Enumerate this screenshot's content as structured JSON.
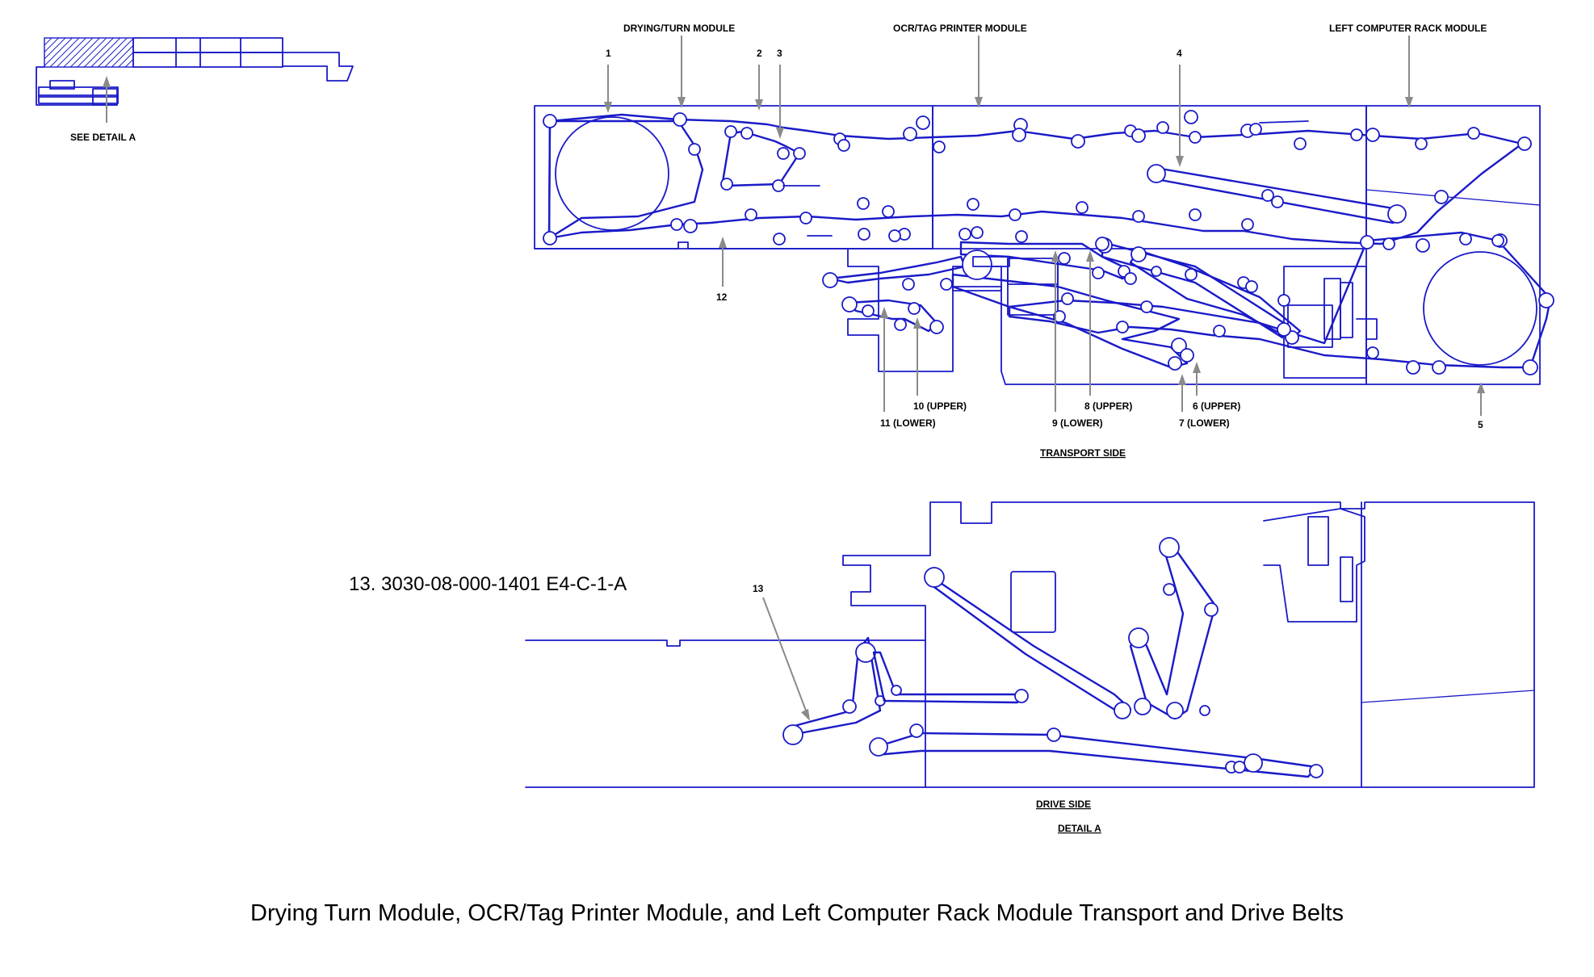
{
  "modules": {
    "drying_turn": "DRYING/TURN MODULE",
    "ocr_tag": "OCR/TAG PRINTER MODULE",
    "left_rack": "LEFT COMPUTER RACK MODULE"
  },
  "see_detail": "SEE DETAIL A",
  "callouts": {
    "c1": "1",
    "c2": "2",
    "c3": "3",
    "c4": "4",
    "c5": "5",
    "c6": "6 (UPPER)",
    "c7": "7 (LOWER)",
    "c8": "8 (UPPER)",
    "c9": "9 (LOWER)",
    "c10": "10 (UPPER)",
    "c11": "11 (LOWER)",
    "c12": "12",
    "c13": "13"
  },
  "views": {
    "transport": "TRANSPORT SIDE",
    "drive": "DRIVE SIDE",
    "detail": "DETAIL A"
  },
  "part_number": "13. 3030-08-000-1401  E4-C-1-A",
  "caption": "Drying Turn Module, OCR/Tag Printer Module, and Left Computer Rack Module Transport and Drive Belts",
  "colors": {
    "line": "#1a1ac8",
    "leader": "#8a8a8a",
    "text": "#000000"
  }
}
